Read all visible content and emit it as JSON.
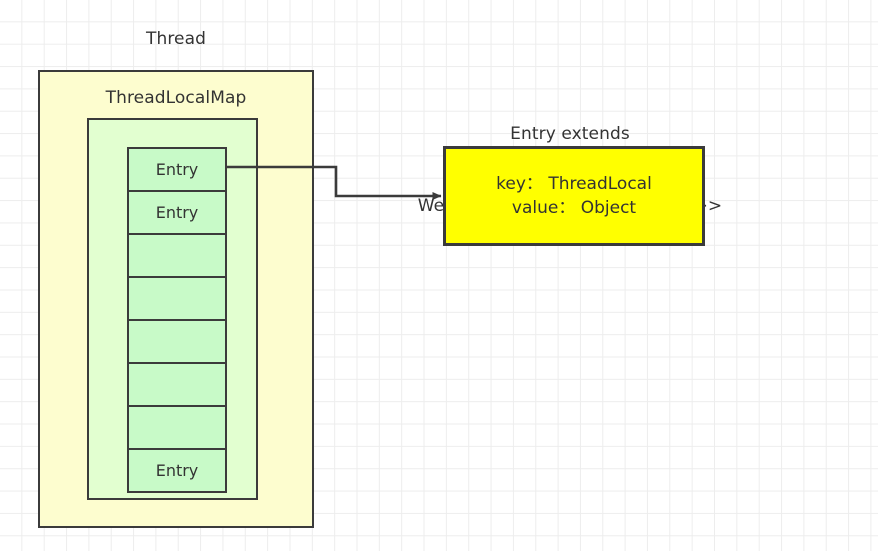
{
  "diagram": {
    "title_thread": "Thread",
    "title_threadlocalmap": "ThreadLocalMap",
    "entry_heading_line1": "Entry extends",
    "entry_heading_line2": "WeakReference<ThreadLocal<?>>",
    "entry_detail": {
      "key_line": "key： ThreadLocal",
      "value_line": "value： Object"
    },
    "entry_cells": [
      {
        "label": "Entry"
      },
      {
        "label": "Entry"
      },
      {
        "label": ""
      },
      {
        "label": ""
      },
      {
        "label": ""
      },
      {
        "label": ""
      },
      {
        "label": ""
      },
      {
        "label": "Entry"
      }
    ],
    "colors": {
      "thread_box_fill": "#fdfdcf",
      "map_box_fill": "#e2ffd0",
      "entry_cell_fill": "#c8fac8",
      "entry_detail_fill": "#ffff00",
      "stroke": "#3b3b3b",
      "text": "#333333",
      "grid": "#ededed",
      "background": "#ffffff"
    }
  }
}
